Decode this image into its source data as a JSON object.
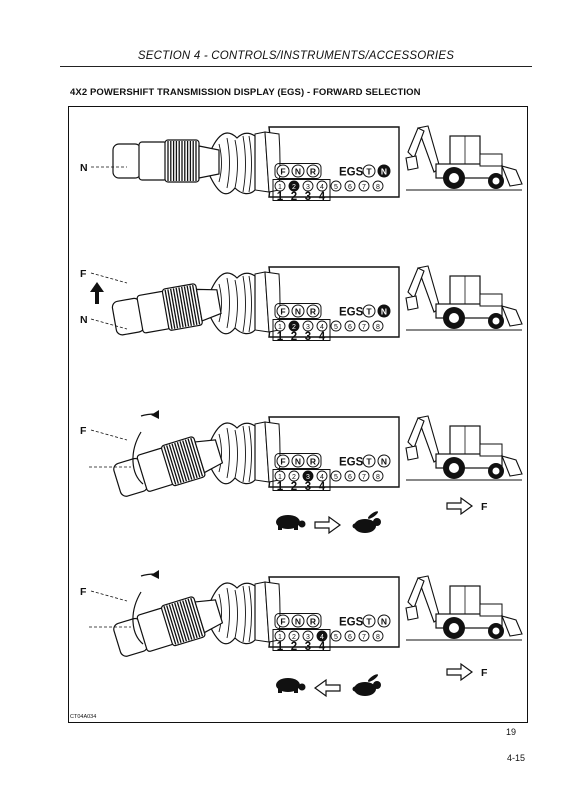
{
  "header": {
    "section_title": "SECTION 4 - CONTROLS/INSTRUMENTS/ACCESSORIES"
  },
  "figure": {
    "title": "4X2 POWERSHIFT TRANSMISSION DISPLAY (EGS) - FORWARD SELECTION",
    "code": "CT04A034",
    "display": {
      "directions": [
        "F",
        "N",
        "R"
      ],
      "brand": "EGS",
      "t_indicator": "T",
      "n_indicator": "N",
      "slots": [
        "1",
        "2",
        "3",
        "4",
        "5",
        "6",
        "7",
        "8"
      ],
      "gear_labels": [
        "1",
        "2",
        "3",
        "4"
      ]
    },
    "panels": [
      {
        "lever_labels": [
          "N"
        ],
        "active_gear": "2",
        "n_indicator_lit": true
      },
      {
        "lever_labels": [
          "F",
          "N"
        ],
        "active_gear": "2",
        "n_indicator_lit": true
      },
      {
        "lever_labels": [
          "F"
        ],
        "active_gear": "3",
        "n_indicator_lit": false,
        "speed_change": "up",
        "travel_label": "F"
      },
      {
        "lever_labels": [
          "F"
        ],
        "active_gear": "4",
        "n_indicator_lit": false,
        "speed_change": "down",
        "travel_label": "F"
      }
    ]
  },
  "footer": {
    "page_number": "19",
    "section_page": "4-15"
  }
}
